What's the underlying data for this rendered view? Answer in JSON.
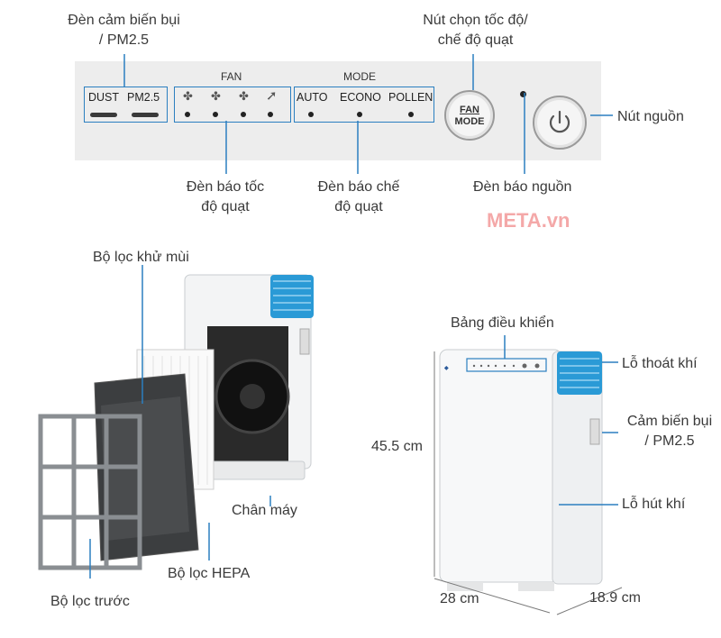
{
  "top_labels": {
    "dust_sensor_light": "Đèn cảm biến bụi\n/ PM2.5",
    "speed_mode_button": "Nút chọn tốc độ/\nchế độ quạt",
    "power_button": "Nút nguồn",
    "fan_speed_light": "Đèn báo tốc\nđộ quạt",
    "mode_light": "Đèn báo chế\nđộ quạt",
    "power_light": "Đèn báo nguồn"
  },
  "panel": {
    "dust": "DUST",
    "pm25": "PM2.5",
    "fan_header": "FAN",
    "mode_header": "MODE",
    "auto": "AUTO",
    "econo": "ECONO",
    "pollen": "POLLEN",
    "btn_fan": "FAN",
    "btn_mode": "MODE"
  },
  "brand": "META.vn",
  "parts": {
    "deodorizing_filter": "Bộ lọc khử mùi",
    "base": "Chân máy",
    "hepa_filter": "Bộ lọc HEPA",
    "pre_filter": "Bộ lọc trước"
  },
  "unit": {
    "control_panel": "Bảng điều khiển",
    "air_outlet": "Lỗ thoát khí",
    "dust_sensor": "Cảm biến bụi\n/ PM2.5",
    "air_inlet": "Lỗ hút khí",
    "height": "45.5 cm",
    "width": "28 cm",
    "depth": "18.9 cm"
  },
  "colors": {
    "accent": "#2b7fc0",
    "blue_vent": "#2a9ad6",
    "brand": "#f4a8a8"
  }
}
